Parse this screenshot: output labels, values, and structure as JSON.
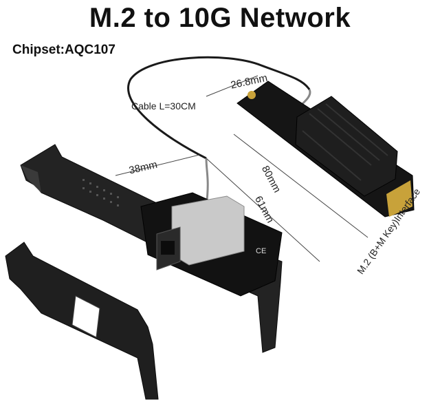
{
  "title": "M.2 to 10G Network",
  "chipset": "Chipset:AQC107",
  "labels": {
    "cable": "Cable L=30CM",
    "width_38": "38mm",
    "width_268": "26.8mm",
    "length_80": "80mm",
    "length_61": "61mm",
    "interface": "M.2 (B+M Key)Interface"
  },
  "colors": {
    "pcb": "#111111",
    "heatsink": "#1c1c1c",
    "rj45_metal": "#c9c9c9",
    "gold_contacts": "#c8a23a"
  }
}
